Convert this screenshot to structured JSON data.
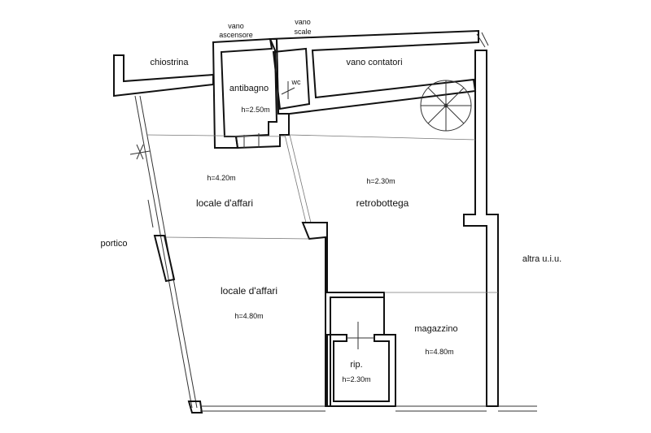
{
  "plan": {
    "labels": {
      "vano_ascensore_1": "vano",
      "vano_ascensore_2": "ascensore",
      "vano_scale_1": "vano",
      "vano_scale_2": "scale",
      "chiostrina": "chiostrina",
      "vano_contatori": "vano contatori",
      "antibagno": "antibagno",
      "wc": "wc",
      "antibagno_height": "h=2.50m",
      "locale1_height": "h=4.20m",
      "locale1_name": "locale d'affari",
      "retro_height": "h=2.30m",
      "retro_name": "retrobottega",
      "portico": "portico",
      "altra": "altra u.i.u.",
      "locale2_name": "locale d'affari",
      "locale2_height": "h=4.80m",
      "magazzino_name": "magazzino",
      "magazzino_height": "h=4.80m",
      "rip_name": "rip.",
      "rip_height": "h=2.30m"
    }
  }
}
